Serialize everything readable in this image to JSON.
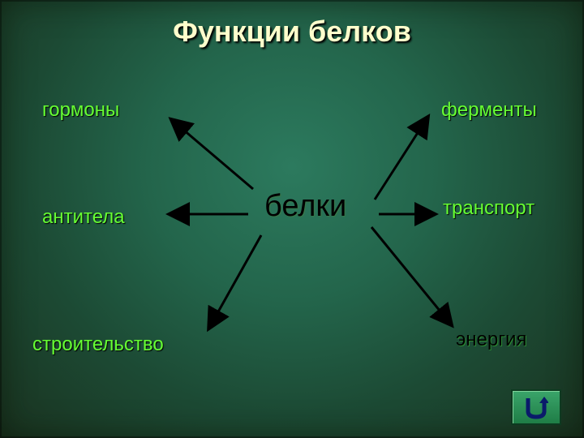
{
  "slide": {
    "title": "Функции белков",
    "center_label": "белки",
    "functions": {
      "hormones": "гормоны",
      "enzymes": "ферменты",
      "antibodies": "антитела",
      "transport": "транспорт",
      "building": "строительство",
      "energy": "энергия"
    },
    "nav": {
      "icon": "return-arrow-icon"
    }
  },
  "colors": {
    "background": "#23654b",
    "title": "#ffffcc",
    "term": "#66ff33",
    "center_text": "#000000",
    "arrow": "#000000",
    "nav_button": "#2f9a5a"
  }
}
